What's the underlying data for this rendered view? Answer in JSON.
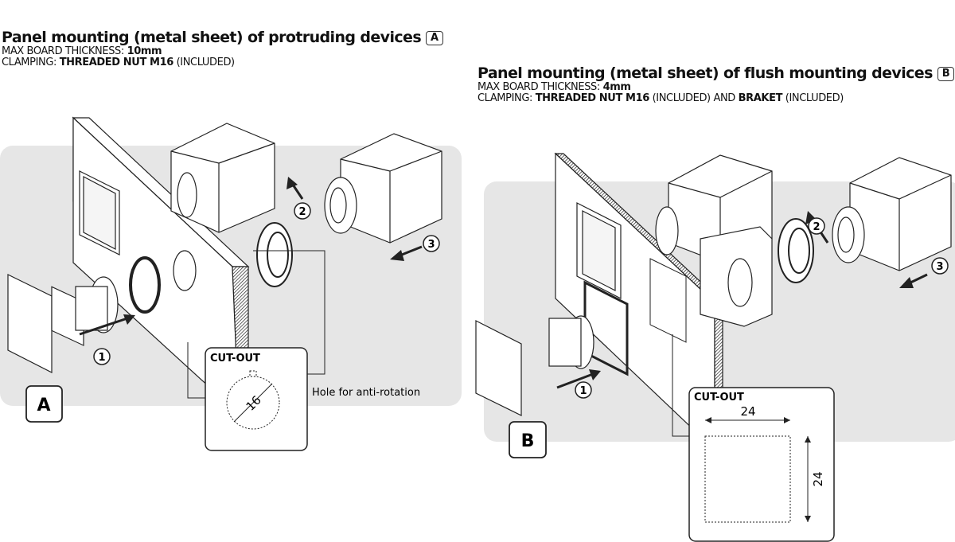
{
  "section_a": {
    "title": "Panel mounting (metal sheet) of protruding devices",
    "badge": "A",
    "thickness_label": "MAX BOARD THICKNESS:",
    "thickness_value": "10mm",
    "clamping_label": "CLAMPING:",
    "clamping_value": "THREADED NUT M16",
    "clamping_note": "(INCLUDED)",
    "panel_label": "A",
    "steps": [
      "1",
      "2",
      "3"
    ],
    "cutout": {
      "title": "CUT-OUT",
      "diameter": "16"
    },
    "hole_note": "Hole for anti-rotation"
  },
  "section_b": {
    "title": "Panel mounting (metal sheet) of flush mounting devices",
    "badge": "B",
    "thickness_label": "MAX BOARD THICKNESS:",
    "thickness_value": "4mm",
    "clamping_label": "CLAMPING:",
    "clamping_value": "THREADED NUT M16",
    "clamping_note": "(INCLUDED) AND",
    "clamping_value_2": "BRAKET",
    "clamping_note_2": "(INCLUDED)",
    "panel_label": "B",
    "steps": [
      "1",
      "2",
      "3"
    ],
    "cutout": {
      "title": "CUT-OUT",
      "width": "24",
      "height": "24"
    }
  },
  "colors": {
    "panel_bg": "#e6e6e6",
    "line": "#222222"
  }
}
